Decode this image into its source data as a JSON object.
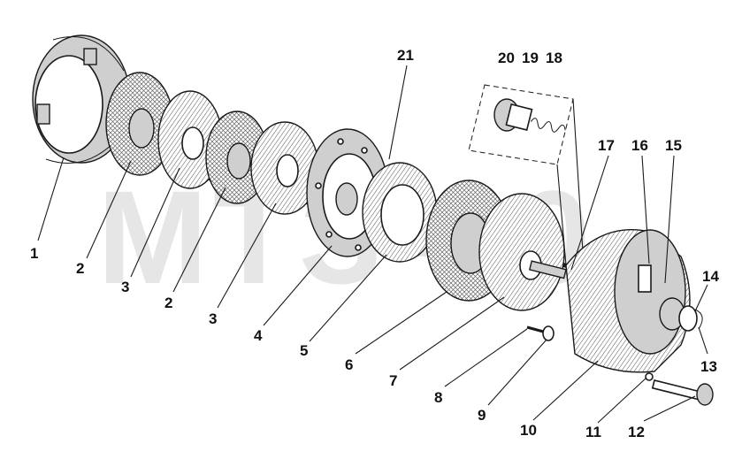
{
  "watermark": "МТЗ-80",
  "callouts": [
    {
      "id": "c1",
      "text": "1"
    },
    {
      "id": "c2a",
      "text": "2"
    },
    {
      "id": "c3a",
      "text": "3"
    },
    {
      "id": "c2b",
      "text": "2"
    },
    {
      "id": "c3b",
      "text": "3"
    },
    {
      "id": "c4",
      "text": "4"
    },
    {
      "id": "c5",
      "text": "5"
    },
    {
      "id": "c6",
      "text": "6"
    },
    {
      "id": "c7",
      "text": "7"
    },
    {
      "id": "c8",
      "text": "8"
    },
    {
      "id": "c9",
      "text": "9"
    },
    {
      "id": "c10",
      "text": "10"
    },
    {
      "id": "c11",
      "text": "11"
    },
    {
      "id": "c12",
      "text": "12"
    },
    {
      "id": "c13",
      "text": "13"
    },
    {
      "id": "c14",
      "text": "14"
    },
    {
      "id": "c15",
      "text": "15"
    },
    {
      "id": "c16",
      "text": "16"
    },
    {
      "id": "c17",
      "text": "17"
    },
    {
      "id": "c18",
      "text": "18"
    },
    {
      "id": "c19",
      "text": "19"
    },
    {
      "id": "c20",
      "text": "20"
    },
    {
      "id": "c21",
      "text": "21"
    }
  ]
}
